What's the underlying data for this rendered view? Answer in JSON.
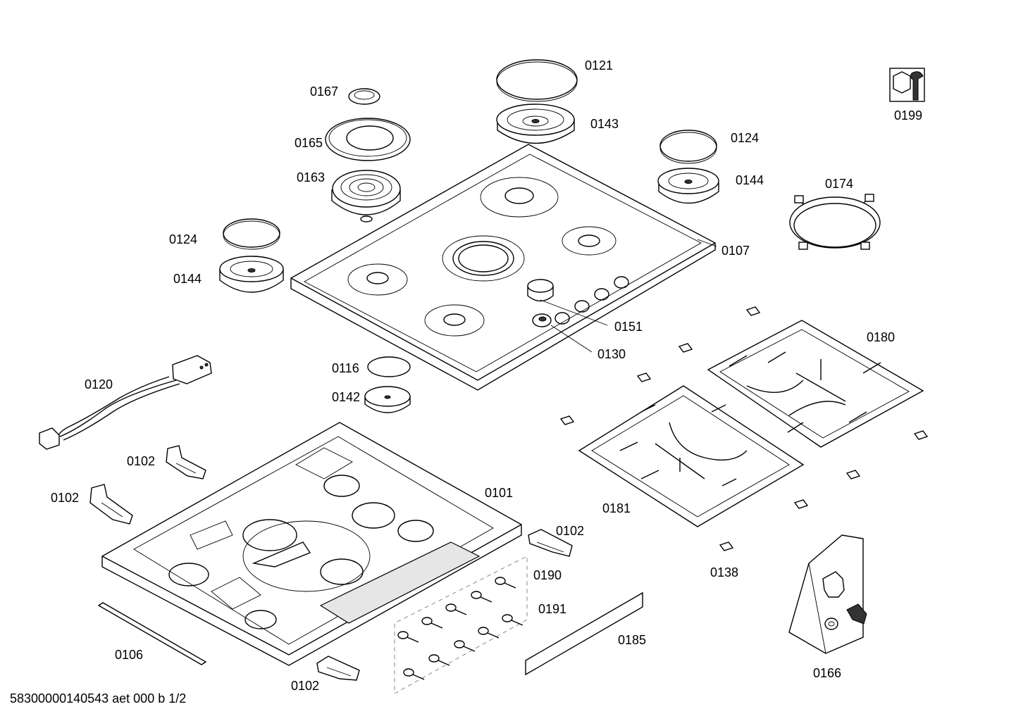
{
  "document": {
    "footer": "58300000140543 aet 000 b 1/2"
  },
  "parts": [
    {
      "id": "p0121",
      "number": "0121"
    },
    {
      "id": "p0143",
      "number": "0143"
    },
    {
      "id": "p0167",
      "number": "0167"
    },
    {
      "id": "p0165",
      "number": "0165"
    },
    {
      "id": "p0163",
      "number": "0163"
    },
    {
      "id": "p0124a",
      "number": "0124"
    },
    {
      "id": "p0144a",
      "number": "0144"
    },
    {
      "id": "p0124b",
      "number": "0124"
    },
    {
      "id": "p0144b",
      "number": "0144"
    },
    {
      "id": "p0174",
      "number": "0174"
    },
    {
      "id": "p0199",
      "number": "0199"
    },
    {
      "id": "p0107",
      "number": "0107"
    },
    {
      "id": "p0151",
      "number": "0151"
    },
    {
      "id": "p0130",
      "number": "0130"
    },
    {
      "id": "p0180",
      "number": "0180"
    },
    {
      "id": "p0116",
      "number": "0116"
    },
    {
      "id": "p0142",
      "number": "0142"
    },
    {
      "id": "p0120",
      "number": "0120"
    },
    {
      "id": "p0102a",
      "number": "0102"
    },
    {
      "id": "p0102b",
      "number": "0102"
    },
    {
      "id": "p0101",
      "number": "0101"
    },
    {
      "id": "p0102c",
      "number": "0102"
    },
    {
      "id": "p0181",
      "number": "0181"
    },
    {
      "id": "p0190",
      "number": "0190"
    },
    {
      "id": "p0191",
      "number": "0191"
    },
    {
      "id": "p0138",
      "number": "0138"
    },
    {
      "id": "p0185",
      "number": "0185"
    },
    {
      "id": "p0106",
      "number": "0106"
    },
    {
      "id": "p0166",
      "number": "0166"
    },
    {
      "id": "p0102d",
      "number": "0102"
    }
  ]
}
